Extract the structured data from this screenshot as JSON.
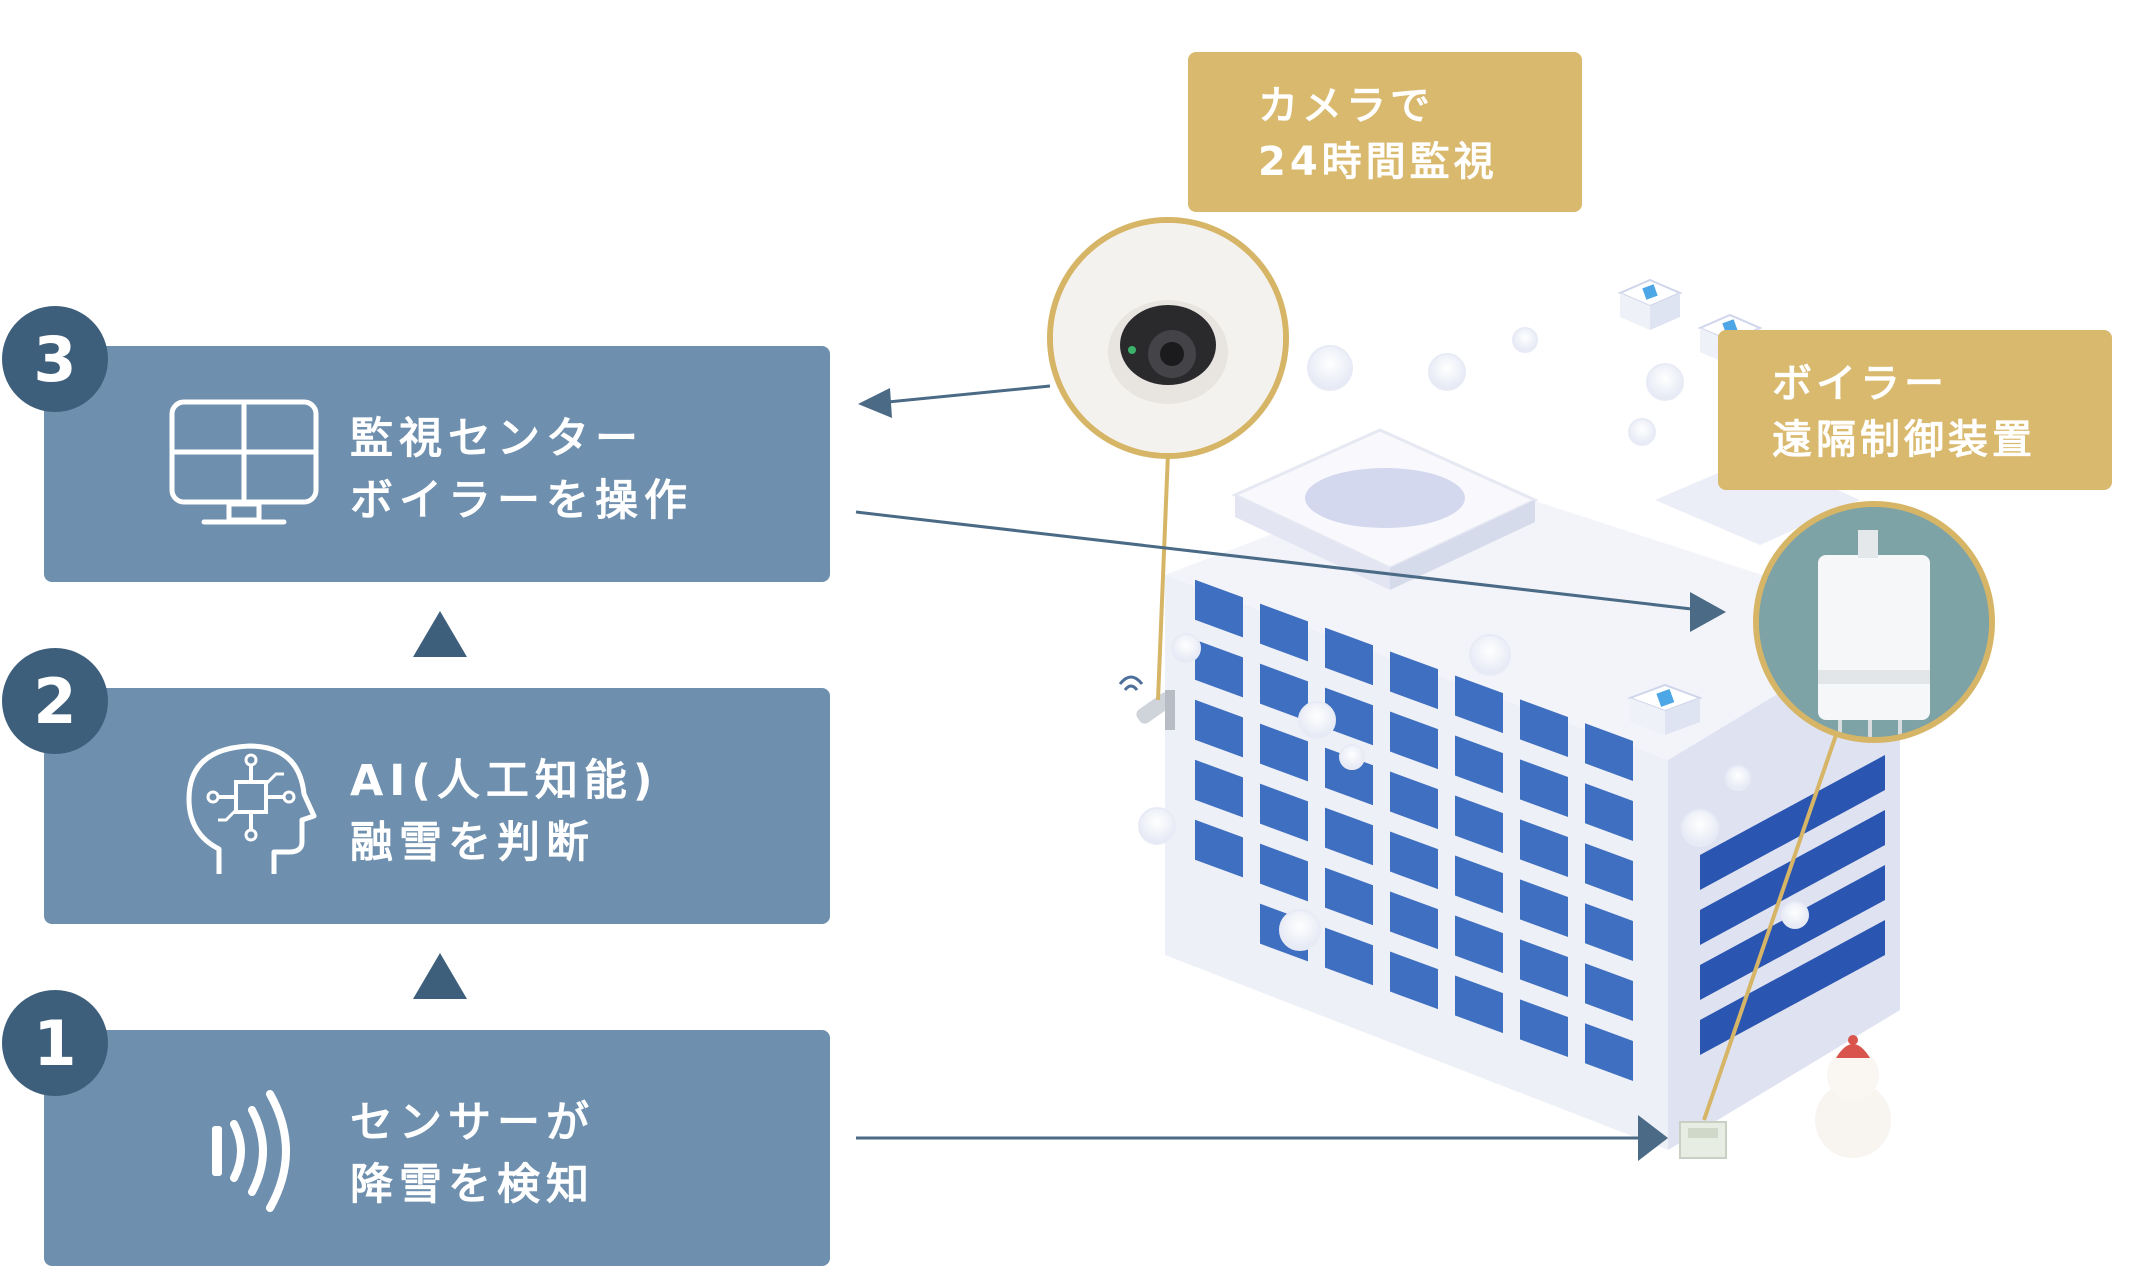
{
  "steps": [
    {
      "num": "3",
      "line1": "監視センター",
      "line2": "ボイラーを操作",
      "icon": "monitor-icon"
    },
    {
      "num": "2",
      "line1": "AI(人工知能)",
      "line2": "融雪を判断",
      "icon": "ai-head-icon"
    },
    {
      "num": "1",
      "line1": "センサーが",
      "line2": "降雪を検知",
      "icon": "sensor-waves-icon"
    }
  ],
  "callouts": {
    "camera": {
      "line1": "カメラで",
      "line2": "24時間監視"
    },
    "boiler": {
      "line1": "ボイラー",
      "line2": "遠隔制御装置"
    }
  },
  "colors": {
    "step_box": "#6e8fad",
    "step_badge": "#3e5f7c",
    "callout": "#d9b96e",
    "connector": "#4a6a86",
    "window_blue": "#3f6fc0"
  }
}
